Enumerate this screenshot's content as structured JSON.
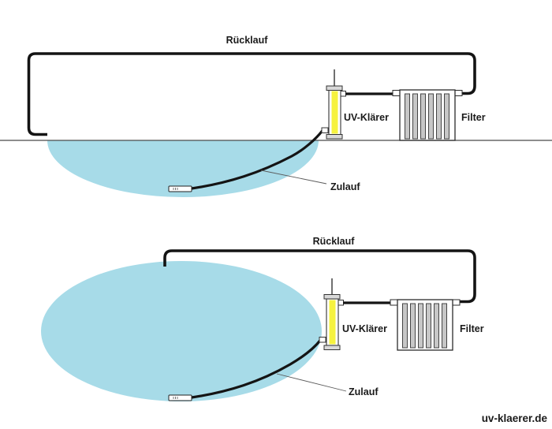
{
  "watermark": "uv-klaerer.de",
  "colors": {
    "pond_water": "#a7dbe8",
    "pipe": "#141414",
    "uv_lamp_yellow": "#f6f23e",
    "component_cap": "#d9d9d9",
    "filter_media": "#c7c7c7",
    "ground_line": "#4b4b4b",
    "leader_line": "#5a5a5a",
    "label_text": "#1a1a1a"
  },
  "top_diagram": {
    "labels": {
      "return_line": "Rücklauf",
      "uv_clarifier": "UV-Klärer",
      "filter": "Filter",
      "inlet_line": "Zulauf"
    }
  },
  "bottom_diagram": {
    "labels": {
      "return_line": "Rücklauf",
      "uv_clarifier": "UV-Klärer",
      "filter": "Filter",
      "inlet_line": "Zulauf"
    }
  }
}
